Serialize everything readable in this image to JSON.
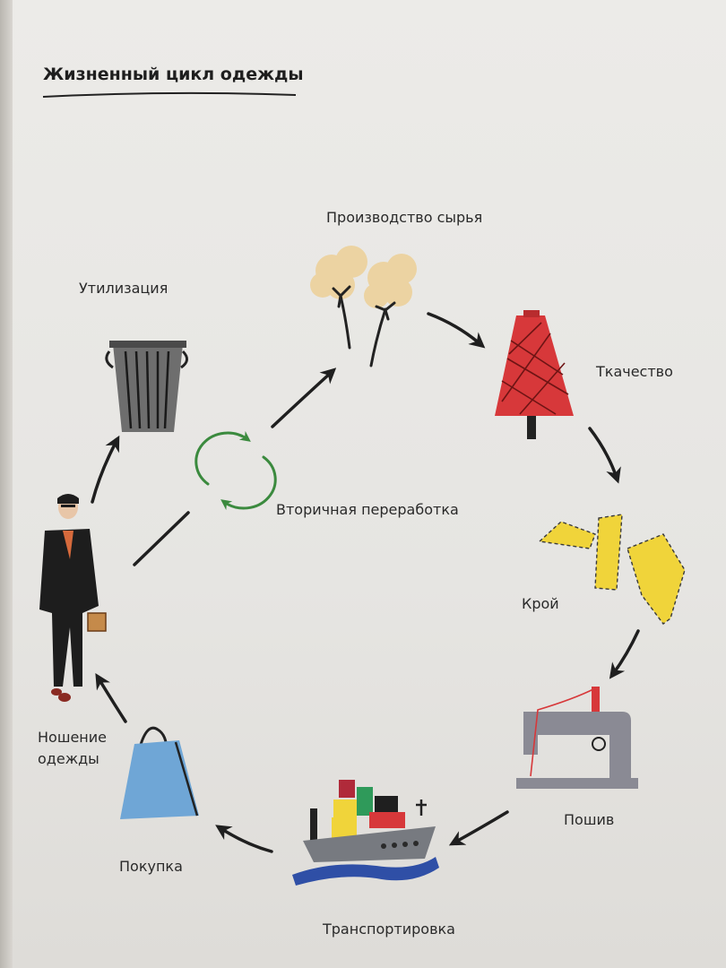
{
  "title": "Жизненный цикл одежды",
  "stages": {
    "raw": "Производство сырья",
    "weaving": "Ткачество",
    "cutting": "Крой",
    "sewing": "Пошив",
    "transport": "Транспортировка",
    "purchase": "Покупка",
    "wearing_line1": "Ношение",
    "wearing_line2": "одежды",
    "disposal": "Утилизация",
    "recycling": "Вторичная переработка"
  },
  "colors": {
    "arrow": "#1f1f1f",
    "recycle": "#3b8a3e",
    "cotton": "#ecd3a2",
    "spool": "#d7383a",
    "fabric": "#f0d43a",
    "machine": "#8a8a94",
    "bag": "#6fa6d6",
    "suit": "#1d1d1d",
    "bin": "#6e6e6e"
  }
}
